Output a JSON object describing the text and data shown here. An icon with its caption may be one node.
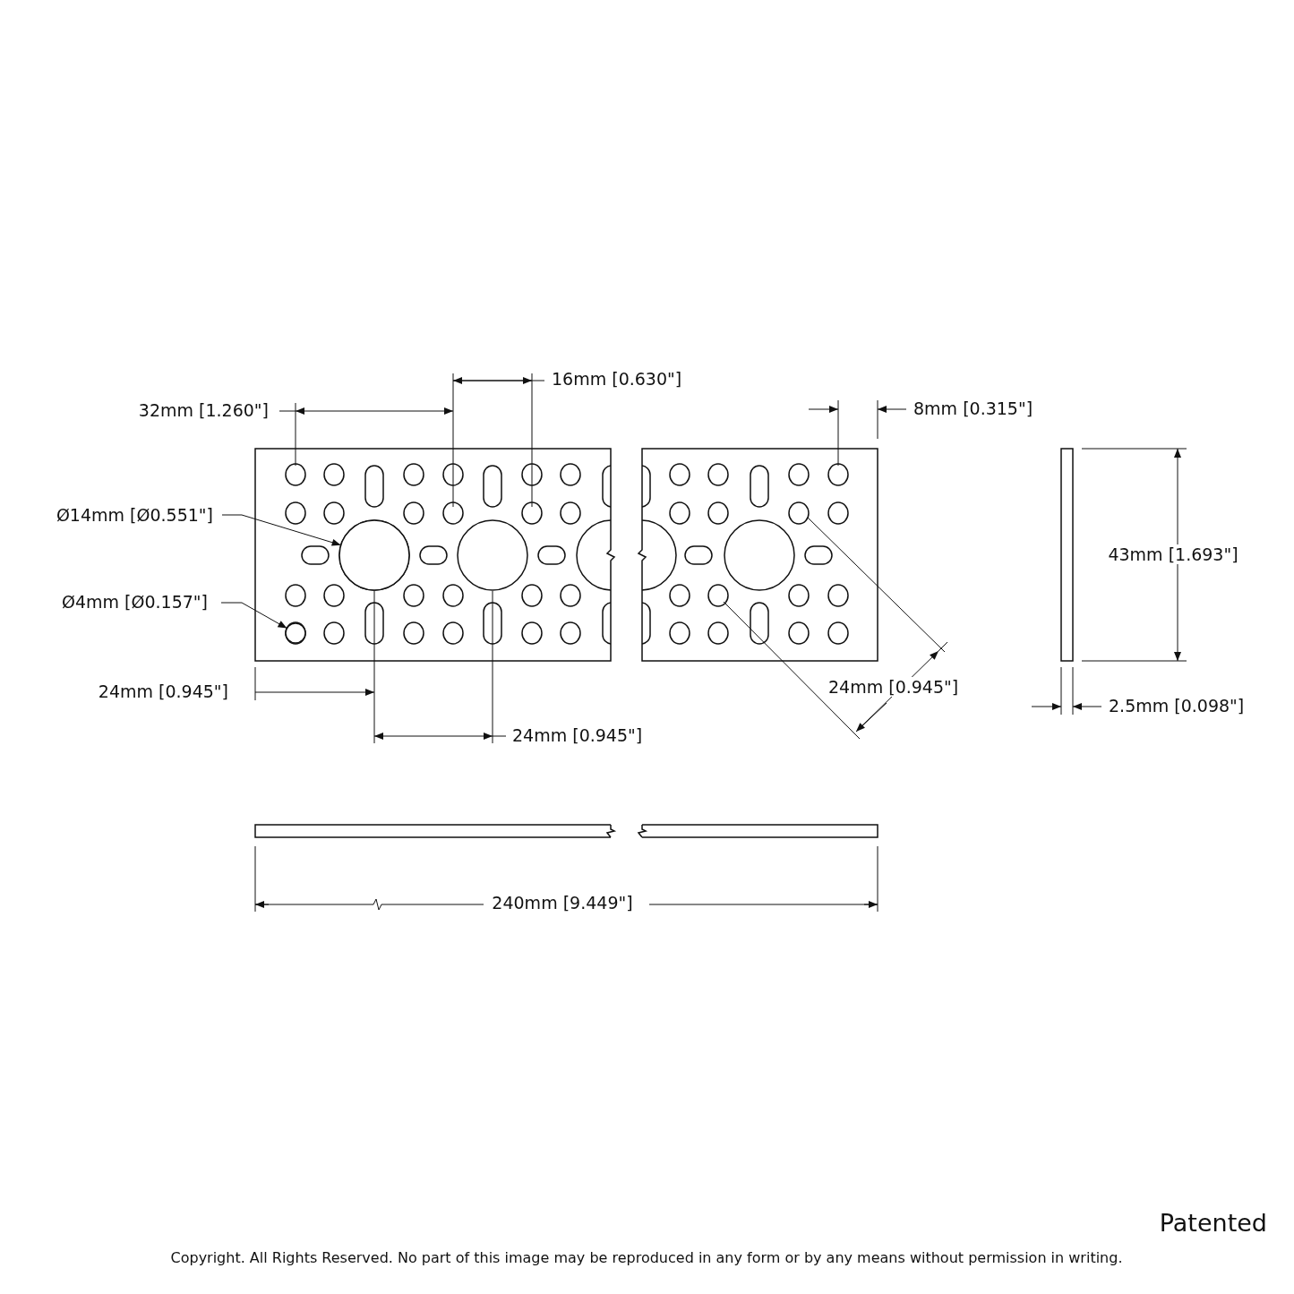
{
  "diagram": {
    "nodes": [
      {
        "text": [
          "Ø14mm [Ø0.551\"]"
        ]
      },
      {
        "text": [],
        "shape": "circle"
      },
      {
        "text": [
          "Ø4mm [Ø0.157\"]"
        ]
      },
      {
        "text": [],
        "shape": "circle"
      }
    ],
    "edges": [
      {
        "from": 0,
        "to": 1,
        "arrow": "to"
      },
      {
        "from": 2,
        "to": 3,
        "arrow": "to"
      }
    ],
    "labels": [
      "16mm [0.630\"]",
      "32mm [1.260\"]",
      "8mm [0.315\"]",
      "43mm [1.693\"]",
      "24mm [0.945\"]",
      "24mm [0.945\"]",
      "2.5mm [0.098\"]",
      "24mm [0.945\"]",
      "240mm [9.449\"]",
      "Patented",
      "Copyright. All Rights Reserved. No part of this image may be reproduced in any form or by any means without permission in writing."
    ]
  }
}
